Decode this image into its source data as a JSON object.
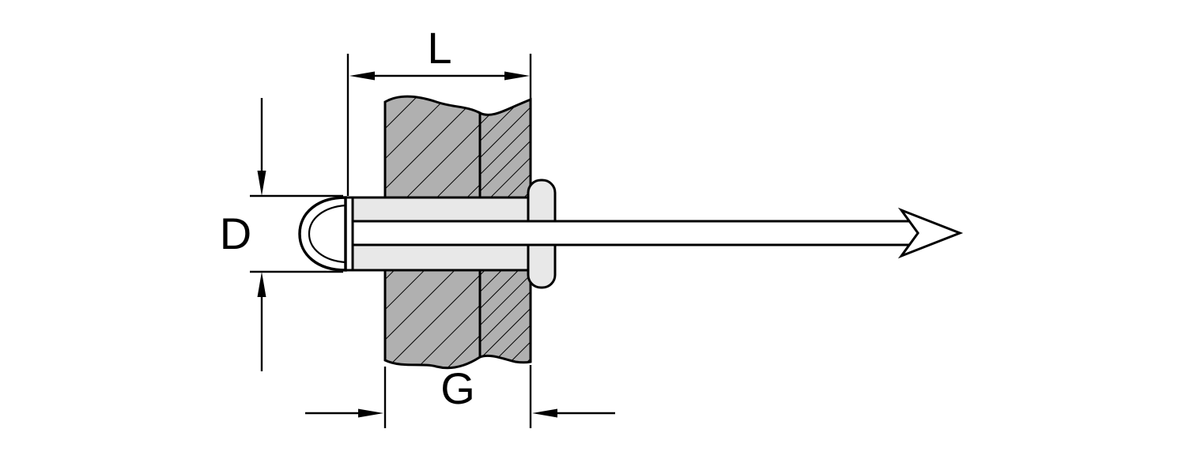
{
  "labels": {
    "length": "L",
    "diameter": "D",
    "grip": "G"
  },
  "colors": {
    "background": "#ffffff",
    "outline": "#000000",
    "plate_fill": "#b0b0b0",
    "rivet_body_fill": "#e8e8e8",
    "mandrel_fill": "#ffffff"
  }
}
